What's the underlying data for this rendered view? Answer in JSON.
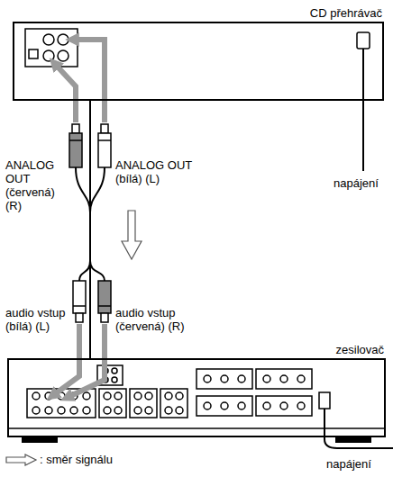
{
  "diagram": {
    "nodes": [
      {
        "text": [
          "CD přehrávač"
        ]
      },
      {
        "text": [
          "zesilovač"
        ]
      }
    ],
    "edges": [
      {
        "from": 0,
        "to": 1,
        "arrow": "none"
      }
    ],
    "labels": [
      "ANALOG OUT (červená) (R)",
      "ANALOG OUT (bílá) (L)",
      "napájení",
      "audio vstup (bílá) (L)",
      "audio vstup (červená) (R)",
      "napájení"
    ],
    "legend": [
      {
        "text": ": směr signálu"
      }
    ]
  }
}
